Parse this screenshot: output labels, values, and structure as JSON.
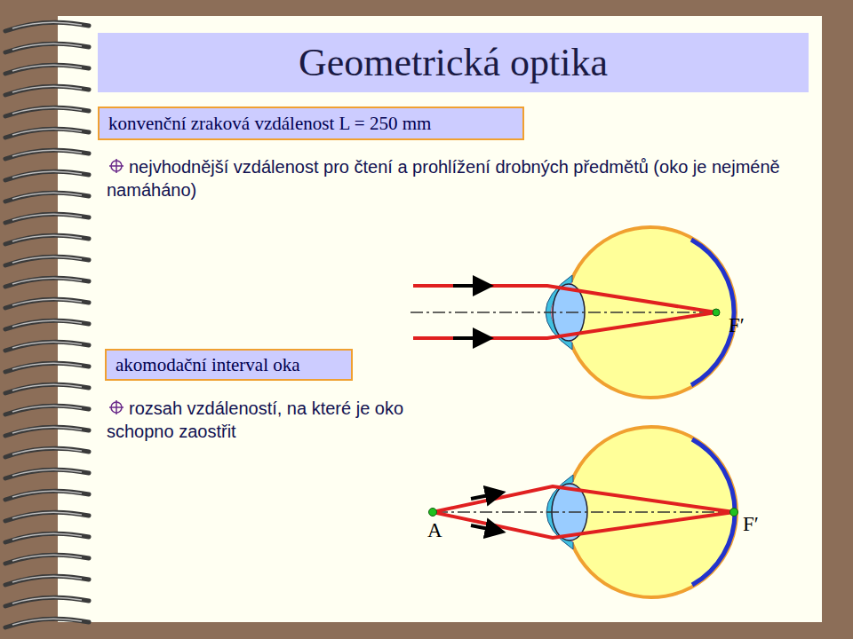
{
  "diagram": {
    "title": "Geometrická optika",
    "nodes": [
      {
        "text": [
          "konvenční zraková vzdálenost L = 250 mm"
        ]
      },
      {
        "text": [
          "akomodační interval oka"
        ]
      }
    ],
    "labels": [
      "nejvhodnější vzdálenost pro čtení a prohlížení drobných předmětů (oko je nejméně namáháno)",
      "rozsah vzdáleností, na které je oko schopno zaostřit",
      "F′",
      "A",
      "F′"
    ]
  }
}
